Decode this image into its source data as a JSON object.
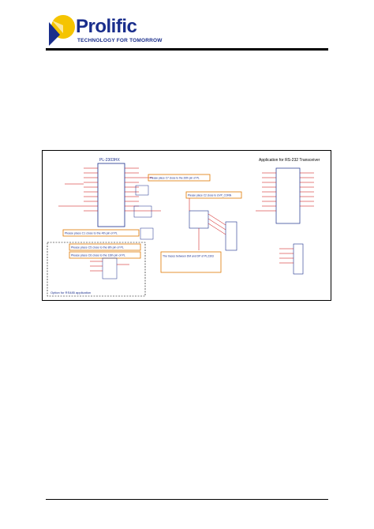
{
  "header": {
    "brand": "Prolific",
    "tagline": "TECHNOLOGY FOR TOMORROW",
    "colors": {
      "brand": "#1a2e8c",
      "accent": "#f5c400"
    }
  },
  "schematic": {
    "chip_title": "PL-2303HX",
    "app_title": "Application for RS-232 Transceiver",
    "note_1": "Please place C7 close to the 20th pin of PL",
    "note_2": "Please place C1 close to the 4th pin of PL",
    "note_3": "Please place C2 close to UVP_CONN",
    "note_4": "Please place C5 close to the 8th pin of PL",
    "note_5": "Please place C6 close to the 16th pin of PL",
    "note_6": "The traces between DM and DP of PL2303",
    "footer_label": "Option for RS485 application",
    "colors": {
      "wire": "#cc0000",
      "part": "#1a2e8c",
      "note_box": "#e07800"
    }
  }
}
